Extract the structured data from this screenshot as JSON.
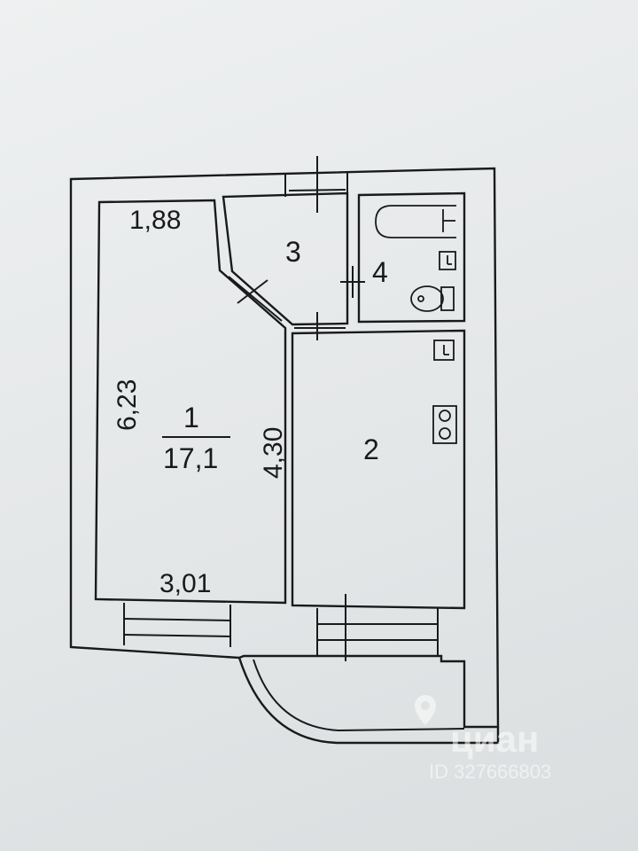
{
  "rooms": {
    "room1": {
      "number": "1",
      "area": "17,1"
    },
    "room2": {
      "number": "2"
    },
    "room3": {
      "number": "3"
    },
    "room4": {
      "number": "4"
    }
  },
  "dimensions": {
    "top_left": "1,88",
    "left": "6,23",
    "right": "4,30",
    "bottom": "3,01"
  },
  "watermark": {
    "brand": "циан",
    "id": "ID 327666803"
  },
  "icons": [
    "bathtub-icon",
    "sink-icon",
    "toilet-icon",
    "kitchen-sink-icon",
    "stove-icon",
    "location-pin-icon"
  ]
}
